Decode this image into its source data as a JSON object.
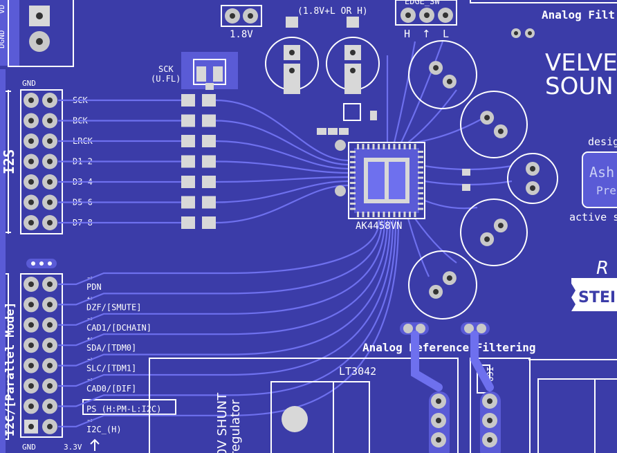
{
  "header": {
    "top_center": "(1.8V+L OR H)",
    "edge_sw": "EDGE_SW",
    "sw_labels": [
      "H",
      "↑",
      "L"
    ],
    "vdd_label": "1.8V",
    "analog_filter": "Analog Filt",
    "vd_label": "VD",
    "dgnd_label": "DGND"
  },
  "brand": {
    "line1": "VELVE",
    "line2": "SOUN",
    "design": "desig",
    "box_line1": "Ash",
    "box_line2": "Pre",
    "active": "active s",
    "script_r": "R",
    "stereo": "STEI"
  },
  "i2s": {
    "side_label": "I2S",
    "gnd": "GND",
    "sck_ufl": [
      "SCK",
      "(U.FL)"
    ],
    "pins": [
      "SCK",
      "BCK",
      "LRCK",
      "D1-2",
      "D3-4",
      "D5-6",
      "D7-8"
    ]
  },
  "i2c": {
    "side_label": "I2C/[Parallel Mode]",
    "pins": [
      {
        "arrow": "→",
        "label": "PDN"
      },
      {
        "arrow": "↔",
        "label": "DZF/[SMUTE]"
      },
      {
        "arrow": "→",
        "label": "CAD1/[DCHAIN]"
      },
      {
        "arrow": "↔",
        "label": "SDA/[TDM0]"
      },
      {
        "arrow": "→",
        "label": "SLC/[TDM1]"
      },
      {
        "arrow": "→",
        "label": "CAD0/[DIF]"
      },
      {
        "arrow": "",
        "label": "PS_(H:PM-L:I2C)"
      },
      {
        "arrow": "→",
        "label": "I2C_(H)"
      }
    ],
    "gnd": "GND",
    "v33": "3.3V"
  },
  "chip": {
    "name": "AK4458VN"
  },
  "bottom": {
    "analog_ref": "Analog Reference Filtering",
    "lt3042": "LT3042",
    "ico": "IGO",
    "shunt_line1": "0V SHUNT",
    "shunt_line2": "regulator"
  },
  "colors": {
    "board": "#3b3ca8",
    "copper": "#6e70ee",
    "silk": "#ffffff",
    "pad": "#d8d8d8"
  }
}
